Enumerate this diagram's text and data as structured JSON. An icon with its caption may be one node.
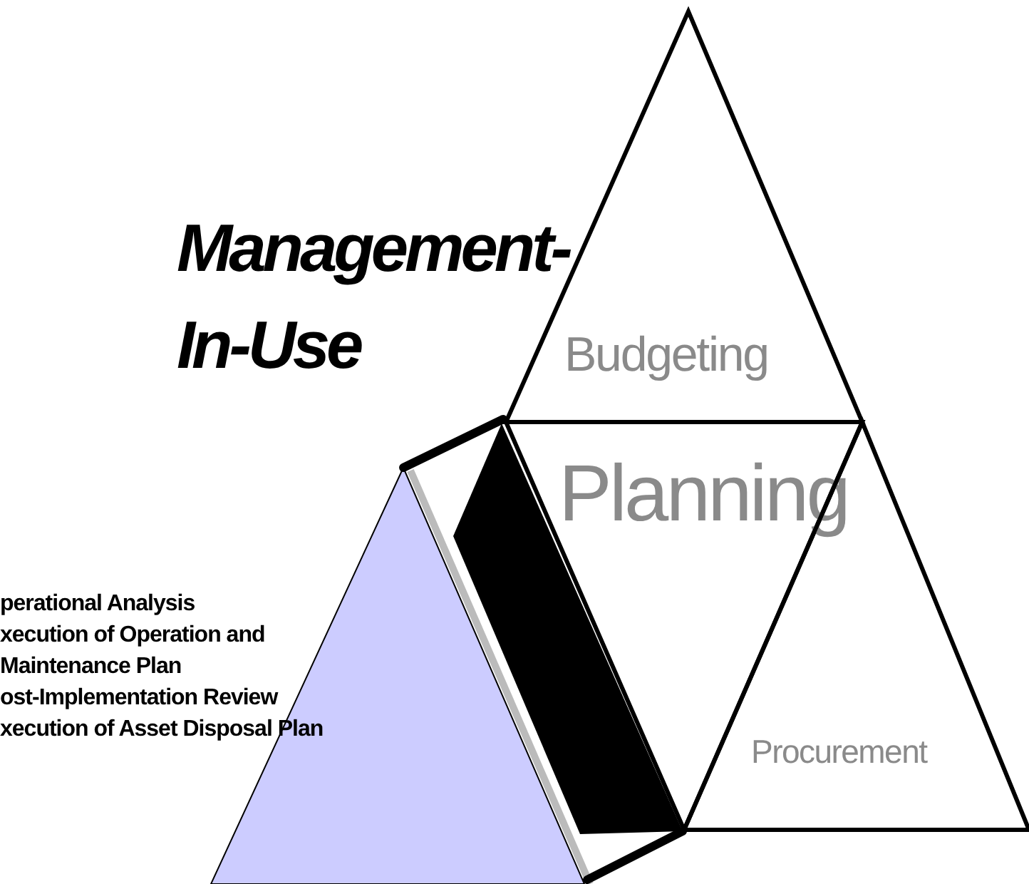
{
  "diagram": {
    "title": "Management- In-Use",
    "nodes": [
      {
        "text": [
          "Budgeting"
        ]
      },
      {
        "text": [
          "Planning"
        ]
      },
      {
        "text": [
          "Procurement"
        ]
      }
    ],
    "labels": [
      "perational Analysis",
      "xecution of Operation and Maintenance Plan",
      "ost-Implementation Review",
      "xecution of Asset Disposal Plan"
    ]
  }
}
